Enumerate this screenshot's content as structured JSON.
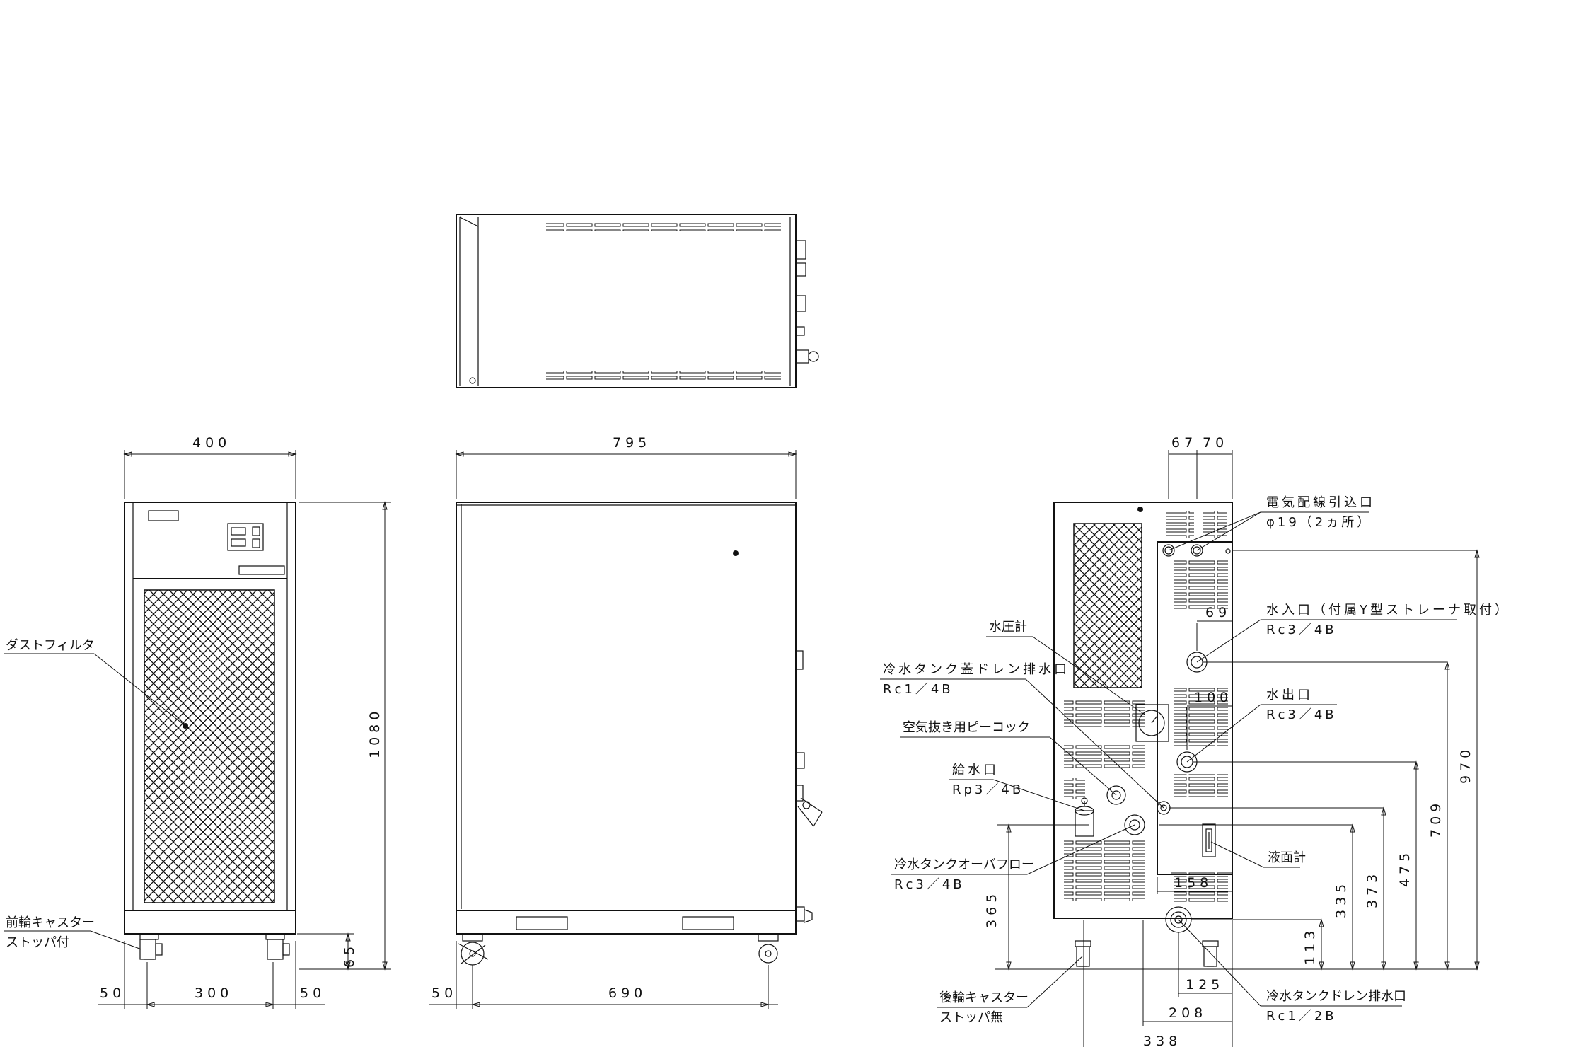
{
  "dimensions": {
    "front_width": "400",
    "front_height": "1080",
    "front_base_height": "65",
    "front_left_offset": "50",
    "front_caster_pitch": "300",
    "front_right_offset": "50",
    "side_length": "795",
    "side_left_offset": "50",
    "side_caster_pitch": "690",
    "rear_elec_x1": "67",
    "rear_elec_x2": "70",
    "rear_inlet_offset": "69",
    "rear_outlet_offset": "100",
    "rear_gauge_offset": "158",
    "rear_fill_height": "365",
    "rear_drain_height": "113",
    "rear_height_335": "335",
    "rear_height_373": "373",
    "rear_outlet_height": "475",
    "rear_inlet_height": "709",
    "rear_elec_height": "970",
    "rear_drain_x": "125",
    "rear_dim_208": "208",
    "rear_width": "338"
  },
  "labels": {
    "dust_filter": "ダストフィルタ",
    "front_caster_1": "前輪キャスター",
    "front_caster_2": "ストッパ付",
    "rear_caster_1": "後輪キャスター",
    "rear_caster_2": "ストッパ無",
    "elec_inlet_1": "電気配線引込口",
    "elec_inlet_2": "φ19（2ヵ所）",
    "water_inlet_1": "水入口（付属Y型ストレーナ取付）",
    "water_inlet_2": "Rc3／4B",
    "water_outlet_1": "水出口",
    "water_outlet_2": "Rc3／4B",
    "pressure_gauge": "水圧計",
    "lid_drain_1": "冷水タンク蓋ドレン排水口",
    "lid_drain_2": "Rc1／4B",
    "air_vent": "空気抜き用ピーコック",
    "fill_port_1": "給水口",
    "fill_port_2": "Rp3／4B",
    "overflow_1": "冷水タンクオーバフロー",
    "overflow_2": "Rc3／4B",
    "level_gauge": "液面計",
    "tank_drain_1": "冷水タンクドレン排水口",
    "tank_drain_2": "Rc1／2B"
  },
  "colors": {
    "line": "#111111",
    "background": "#ffffff"
  }
}
